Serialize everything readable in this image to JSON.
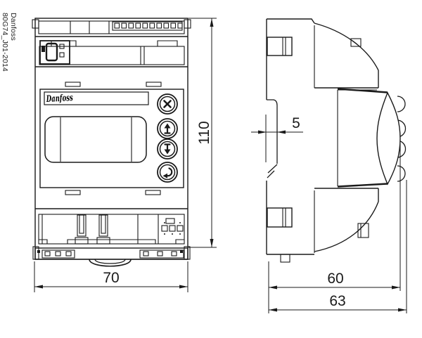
{
  "meta": {
    "background_color": "#ffffff",
    "line_color": "#1a1a1a",
    "drawing_type": "dimensional outline drawing, front and side view"
  },
  "doc_label": {
    "line1": "Danfoss",
    "line2": "80G74_J01-2014"
  },
  "logo": {
    "text": "Danfoss"
  },
  "dimensions": {
    "height": "110",
    "width": "70",
    "rail_offset": "5",
    "depth_body": "60",
    "depth_overall": "63"
  },
  "buttons": [
    {
      "icon": "cross-icon"
    },
    {
      "icon": "arrow-up-icon"
    },
    {
      "icon": "arrow-down-icon"
    },
    {
      "icon": "enter-icon"
    }
  ]
}
